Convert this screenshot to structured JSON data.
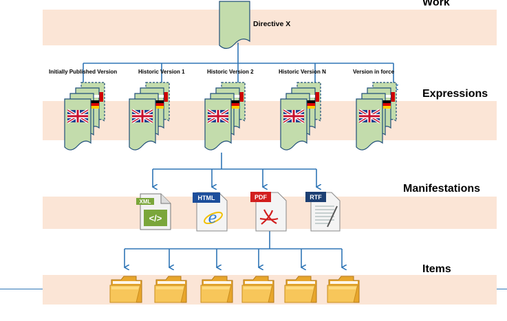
{
  "levels": {
    "work": "Work",
    "expressions": "Expressions",
    "manifestations": "Manifestations",
    "items": "Items"
  },
  "work_document": {
    "label": "Directive X"
  },
  "versions": [
    {
      "label": "Initially Published Version"
    },
    {
      "label": "Historic Version 1"
    },
    {
      "label": "Historic Version 2"
    },
    {
      "label": "Historic Version  N"
    },
    {
      "label": "Version in force"
    }
  ],
  "formats": [
    {
      "label": "XML",
      "icon": "xml-file-icon",
      "glyph": "</>"
    },
    {
      "label": "HTML",
      "icon": "html-file-icon",
      "glyph": "e"
    },
    {
      "label": "PDF",
      "icon": "pdf-file-icon",
      "glyph": "A"
    },
    {
      "label": "RTF",
      "icon": "rtf-file-icon",
      "glyph": ""
    }
  ],
  "item_count": 6,
  "colors": {
    "band": "#fbe5d6",
    "document_fill": "#c3dcac",
    "document_stroke": "#1f4e79",
    "connector": "#2e75b6",
    "folder": "#f4b942"
  }
}
